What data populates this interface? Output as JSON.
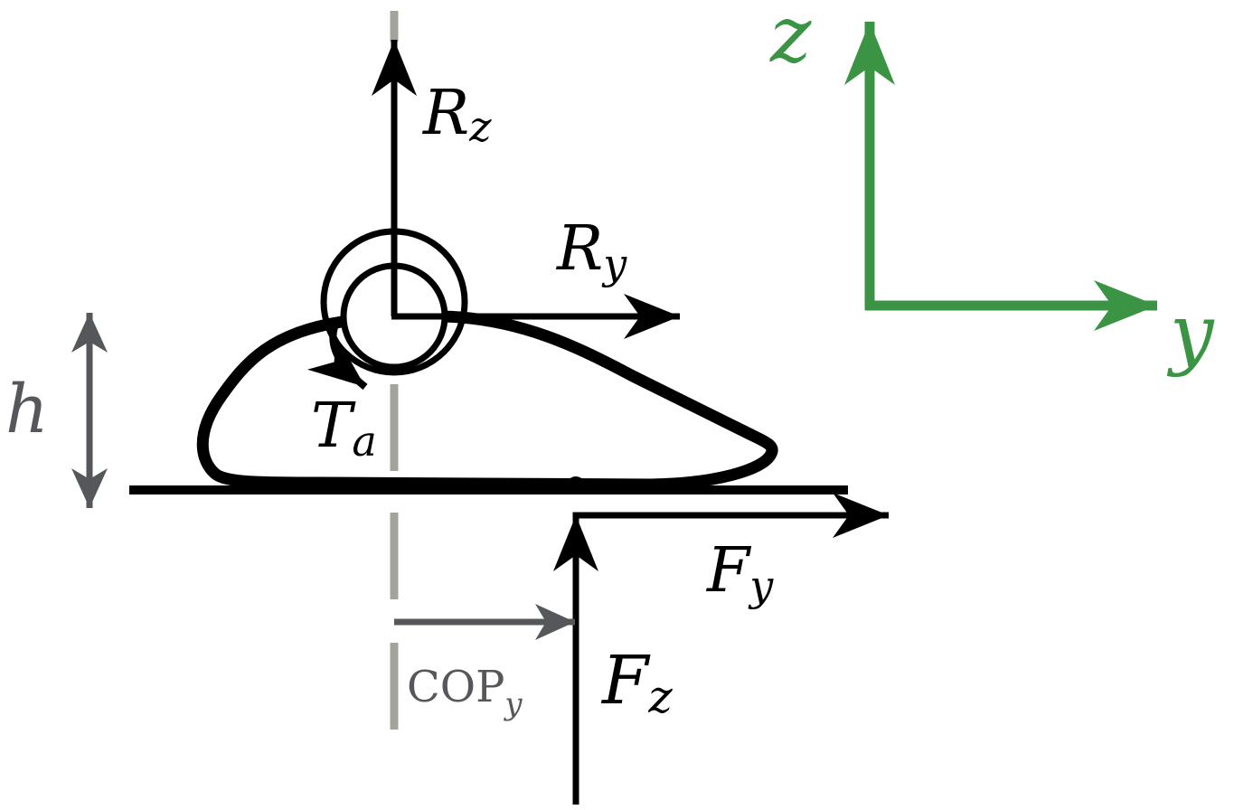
{
  "labels": {
    "rz": {
      "main": "R",
      "sub": "z"
    },
    "ry": {
      "main": "R",
      "sub": "y"
    },
    "ta": {
      "main": "T",
      "sub": "a"
    },
    "h": "h",
    "fy": {
      "main": "F",
      "sub": "y"
    },
    "fz": {
      "main": "F",
      "sub": "z"
    },
    "cop": {
      "main": "COP",
      "sub": "y"
    }
  },
  "axes": {
    "z_label": "z",
    "y_label": "y"
  },
  "colors": {
    "force": "#000000",
    "axes": "#3a9444",
    "dimension": "#55575b",
    "reference_line": "#a3a39c"
  }
}
